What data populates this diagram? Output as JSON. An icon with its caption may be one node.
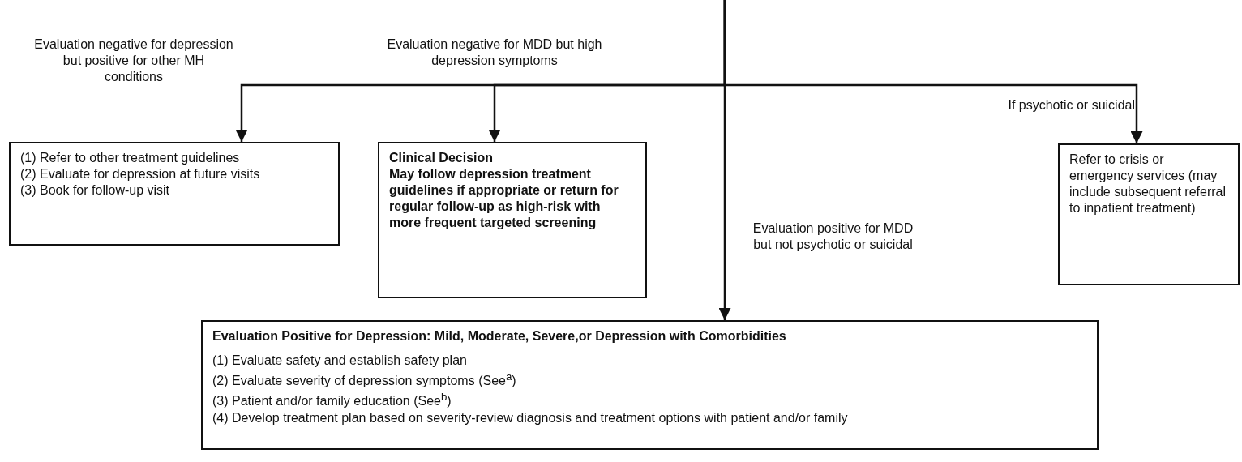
{
  "diagram": {
    "nodes": [
      {
        "text": [
          "(1) Refer to other treatment guidelines",
          "(2) Evaluate for depression at future visits",
          "(3) Book for follow-up visit"
        ]
      },
      {
        "text": [
          "Clinical Decision",
          "May follow depression treatment guidelines if appropriate or return for regular follow-up as high-risk with more frequent targeted screening"
        ]
      },
      {
        "text": [
          "Refer to crisis or emergency services (may include subsequent referral to inpatient treatment)"
        ]
      },
      {
        "text": [
          "Evaluation Positive for Depression: Mild, Moderate, Severe,or Depression with Comorbidities",
          "(1) Evaluate safety and establish safety plan",
          "(2) Evaluate severity of depression symptoms (See$^{a}$)",
          "(3) Patient and/or family education (See$^{b}$)",
          "(4) Develop treatment plan based on severity-review diagnosis and treatment options with patient and/or family"
        ]
      }
    ],
    "edges": [
      {
        "from": null,
        "to": 0,
        "arrow": "to",
        "label": "Evaluation negative for depression but positive for other MH conditions"
      },
      {
        "from": null,
        "to": 1,
        "arrow": "to",
        "label": "Evaluation negative for MDD but high depression symptoms"
      },
      {
        "from": null,
        "to": 2,
        "arrow": "to",
        "label": "If psychotic or suicidal"
      },
      {
        "from": null,
        "to": 3,
        "arrow": "to",
        "label": "Evaluation positive for MDD but not psychotic or suicidal"
      }
    ]
  }
}
